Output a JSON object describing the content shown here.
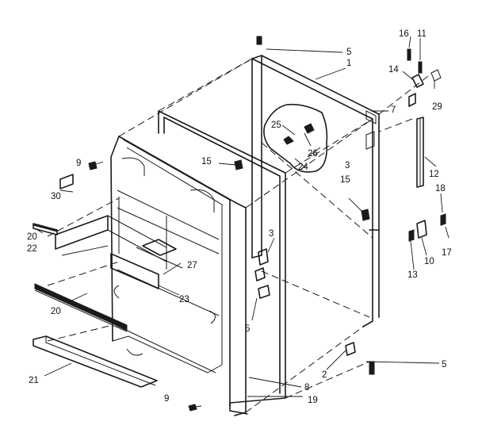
{
  "diagram": {
    "callouts": [
      {
        "id": "c1",
        "text": "1"
      },
      {
        "id": "c2",
        "text": "2"
      },
      {
        "id": "c3a",
        "text": "3"
      },
      {
        "id": "c3b",
        "text": "3"
      },
      {
        "id": "c5a",
        "text": "5"
      },
      {
        "id": "c5b",
        "text": "5"
      },
      {
        "id": "c5c",
        "text": "5"
      },
      {
        "id": "c7",
        "text": "7"
      },
      {
        "id": "c8",
        "text": "8"
      },
      {
        "id": "c9a",
        "text": "9"
      },
      {
        "id": "c9b",
        "text": "9"
      },
      {
        "id": "c10",
        "text": "10"
      },
      {
        "id": "c11",
        "text": "11"
      },
      {
        "id": "c12",
        "text": "12"
      },
      {
        "id": "c13",
        "text": "13"
      },
      {
        "id": "c14",
        "text": "14"
      },
      {
        "id": "c15a",
        "text": "15"
      },
      {
        "id": "c15b",
        "text": "15"
      },
      {
        "id": "c16",
        "text": "16"
      },
      {
        "id": "c17",
        "text": "17"
      },
      {
        "id": "c18",
        "text": "18"
      },
      {
        "id": "c19",
        "text": "19"
      },
      {
        "id": "c20a",
        "text": "20"
      },
      {
        "id": "c20b",
        "text": "20"
      },
      {
        "id": "c21",
        "text": "21"
      },
      {
        "id": "c22",
        "text": "22"
      },
      {
        "id": "c23",
        "text": "23"
      },
      {
        "id": "c24",
        "text": "24"
      },
      {
        "id": "c25",
        "text": "25"
      },
      {
        "id": "c26",
        "text": "26"
      },
      {
        "id": "c27",
        "text": "27"
      },
      {
        "id": "c29",
        "text": "29"
      },
      {
        "id": "c30",
        "text": "30"
      }
    ]
  }
}
